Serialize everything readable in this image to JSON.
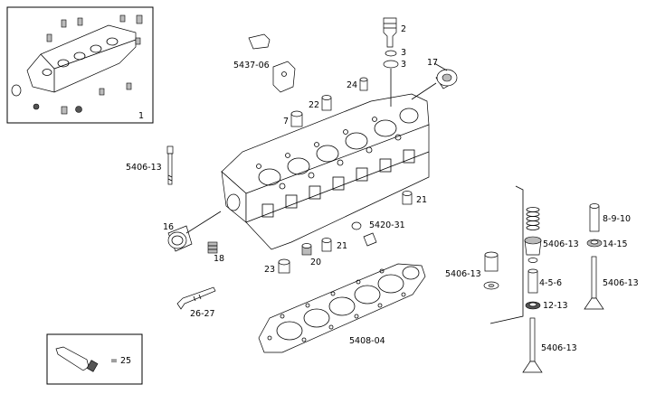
{
  "labels": {
    "inset_ref": "1",
    "plug": "2",
    "washer_a": "3",
    "washer_b": "3",
    "bracket": "5437-06",
    "ring17": "17",
    "cap24": "24",
    "cap22": "22",
    "cap7": "7",
    "stud": "5406-13",
    "cap21a": "21",
    "plug16": "16",
    "plug18": "18",
    "clip": "5420-31",
    "cap21b": "21",
    "cap20": "20",
    "cap23": "23",
    "bolt": "26-27",
    "gasket": "5408-04",
    "valve_cap": "5406-13",
    "spring": "8-9-10",
    "retainer_a": "5406-13",
    "retainer_b": "14-15",
    "guide": "4-5-6",
    "valve_in": "5406-13",
    "seat": "12-13",
    "valve_ex": "5406-13",
    "tube": "= 25"
  }
}
